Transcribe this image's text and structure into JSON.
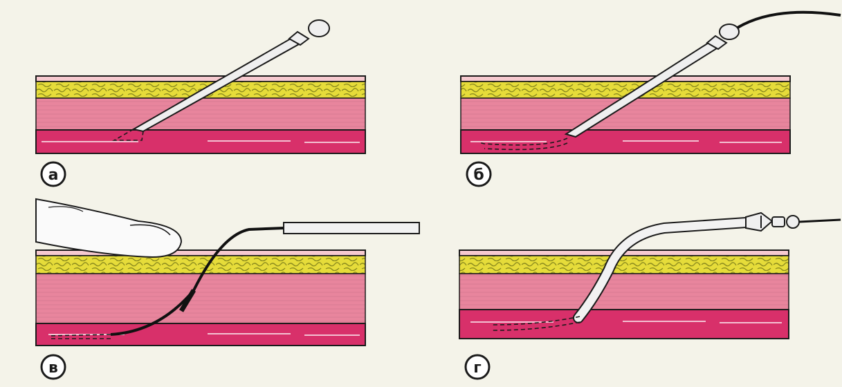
{
  "figure": {
    "panels": [
      {
        "id": "a",
        "label": "а"
      },
      {
        "id": "b",
        "label": "б"
      },
      {
        "id": "c",
        "label": "в"
      },
      {
        "id": "d",
        "label": "г"
      }
    ]
  },
  "colors": {
    "background": "#f4f3e9",
    "skin": "#f6c9cf",
    "fat": "#e6dc3a",
    "fat_pattern": "#8a8a1e",
    "muscle": "#e8859d",
    "vessel": "#d8306a",
    "vessel_dark": "#b5255a",
    "outline": "#1a1a1a",
    "needle": "#efefef",
    "guidewire": "#111111",
    "catheter": "#f2f2f2"
  },
  "icons": {
    "needle": "needle-icon",
    "guidewire": "guidewire-icon",
    "catheter": "catheter-icon",
    "finger": "finger-icon"
  }
}
